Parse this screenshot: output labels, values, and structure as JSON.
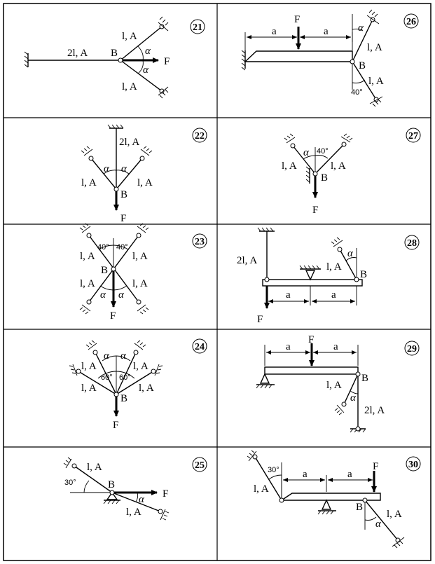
{
  "problems": [
    {
      "number": "21",
      "labels": {
        "rod_h": "2l, A",
        "rod_up": "l, A",
        "rod_down": "l, A",
        "node": "B",
        "force": "F",
        "ang1": "α",
        "ang2": "α"
      }
    },
    {
      "number": "26",
      "labels": {
        "force": "F",
        "dim1": "a",
        "dim2": "a",
        "rod_up": "l, A",
        "rod_down": "l, A",
        "node": "B",
        "ang": "α",
        "deg": "40°"
      }
    },
    {
      "number": "22",
      "labels": {
        "rod_v": "2l, A",
        "rod_l": "l, A",
        "rod_r": "l, A",
        "node": "B",
        "force": "F",
        "ang1": "α",
        "ang2": "α"
      }
    },
    {
      "number": "27",
      "labels": {
        "rod_l": "l, A",
        "rod_r": "l, A",
        "node": "B",
        "force": "F",
        "ang": "α",
        "deg": "40°"
      }
    },
    {
      "number": "23",
      "labels": {
        "ul": "l, A",
        "ur": "l, A",
        "ll": "l, A",
        "lr": "l, A",
        "node": "B",
        "force": "F",
        "deg1": "40°",
        "deg2": "40°",
        "ang1": "α",
        "ang2": "α"
      }
    },
    {
      "number": "28",
      "labels": {
        "rod_v": "2l, A",
        "rod_i": "l, A",
        "node": "B",
        "force": "F",
        "dim1": "a",
        "dim2": "a",
        "ang": "α"
      }
    },
    {
      "number": "24",
      "labels": {
        "l1": "l, A",
        "l2": "l, A",
        "r1": "l, A",
        "r2": "l, A",
        "node": "B",
        "force": "F",
        "ang1": "α",
        "ang2": "α",
        "deg1": "60°",
        "deg2": "60°"
      }
    },
    {
      "number": "29",
      "labels": {
        "force": "F",
        "dim1": "a",
        "dim2": "a",
        "node": "B",
        "rod_i": "l, A",
        "rod_v": "2l, A",
        "ang": "α"
      }
    },
    {
      "number": "25",
      "labels": {
        "rod_up": "l, A",
        "rod_down": "l, A",
        "node": "B",
        "force": "F",
        "deg": "30°",
        "ang": "α"
      }
    },
    {
      "number": "30",
      "labels": {
        "force": "F",
        "dim1": "a",
        "dim2": "a",
        "rod_up": "l, A",
        "rod_down": "l, A",
        "node": "B",
        "deg": "30°",
        "ang": "α"
      }
    }
  ]
}
